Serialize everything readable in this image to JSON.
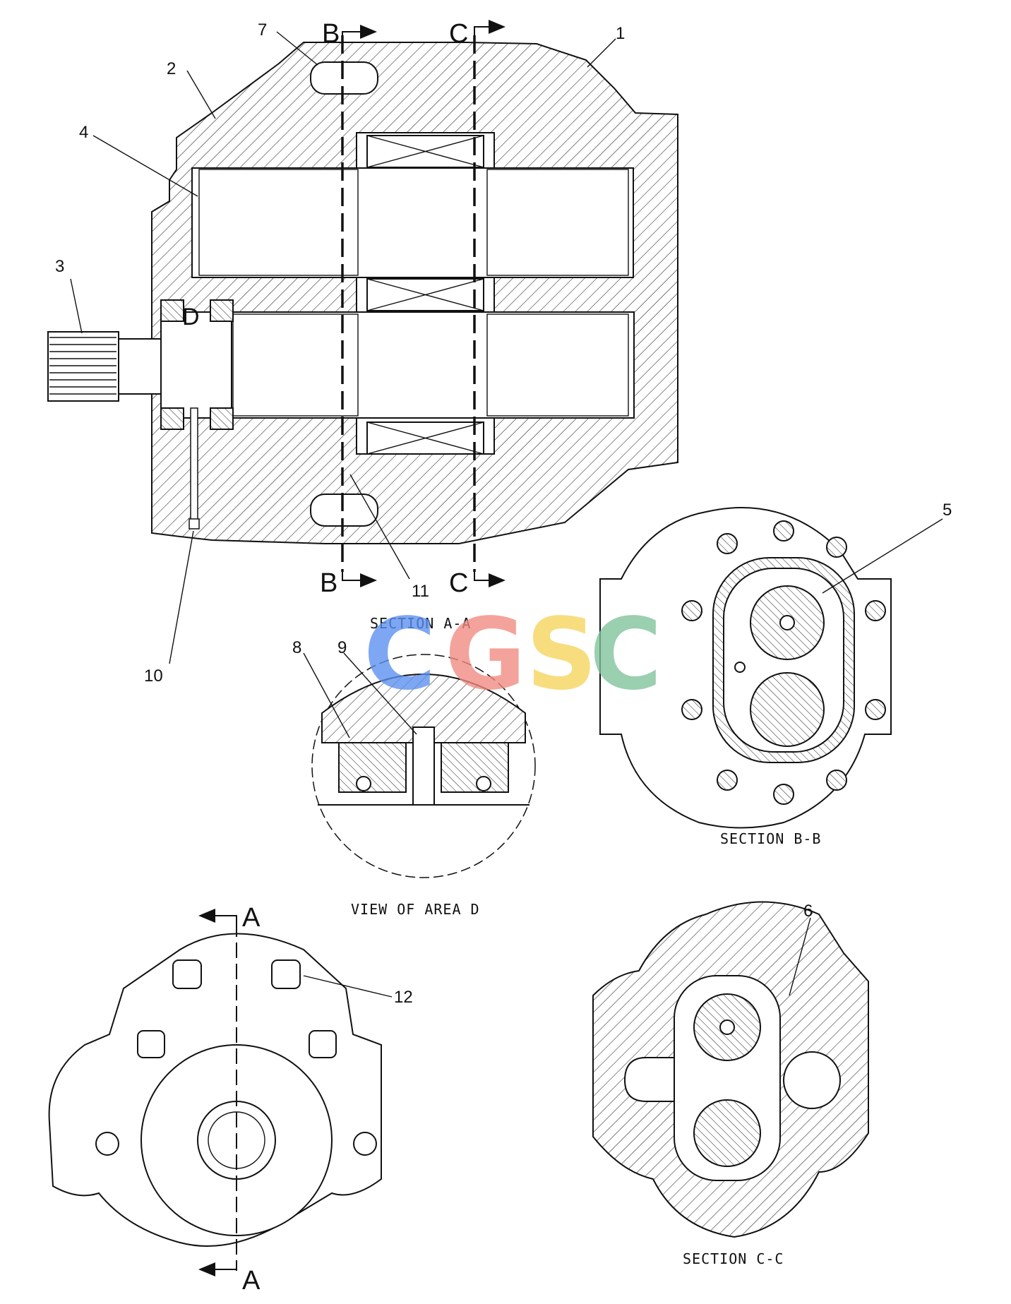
{
  "callouts": [
    "1",
    "2",
    "3",
    "4",
    "5",
    "6",
    "7",
    "8",
    "9",
    "10",
    "11",
    "12"
  ],
  "section_marks": {
    "b_top": "B",
    "b_bottom": "B",
    "c_top": "C",
    "c_bottom": "C",
    "a_top": "A",
    "a_bottom": "A",
    "d_marker": "D"
  },
  "captions": {
    "section_aa": "SECTION A-A",
    "section_bb": "SECTION B-B",
    "view_area_d": "VIEW OF AREA D",
    "section_cc": "SECTION C-C"
  },
  "watermark": {
    "letters": [
      "C",
      "G",
      "S",
      "C"
    ],
    "colors": [
      "#5b8ff0",
      "#f08a80",
      "#f7d45c",
      "#7ec29a"
    ]
  }
}
